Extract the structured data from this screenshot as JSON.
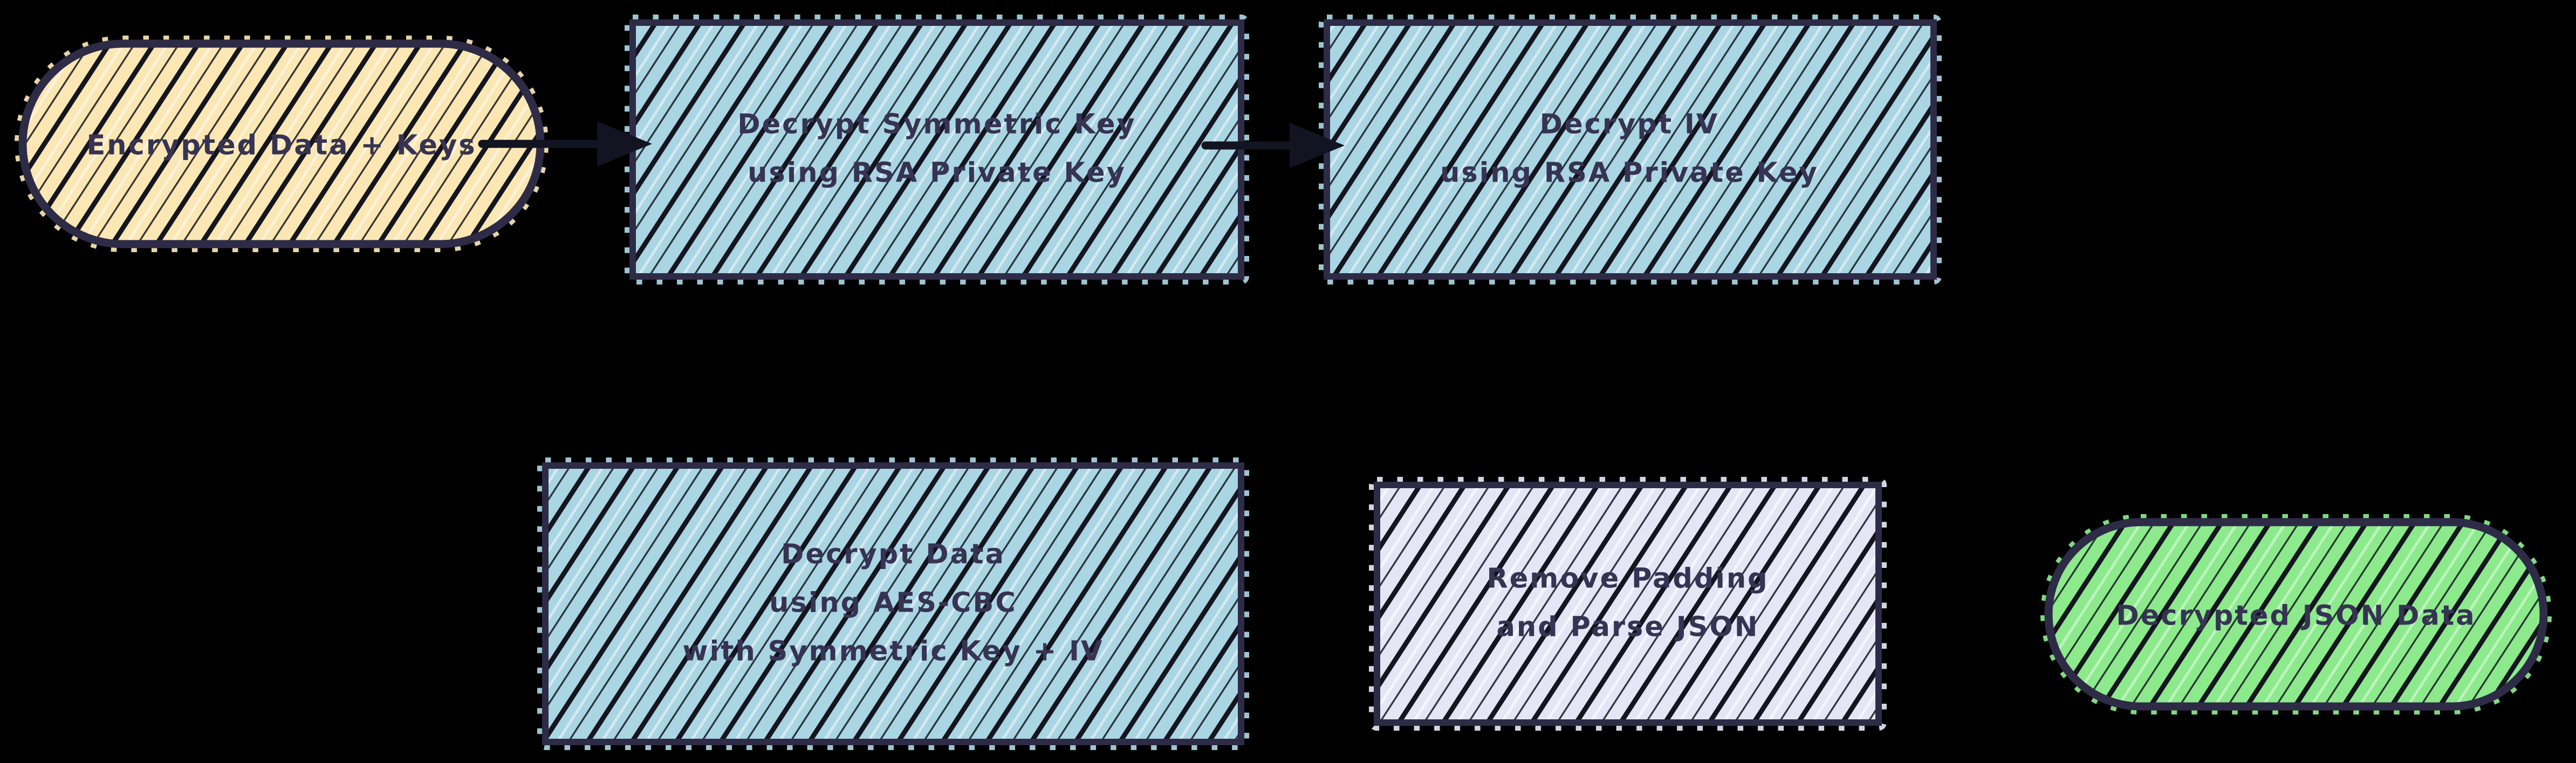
{
  "palette": {
    "background": "#000000",
    "ink": "#2e2b47",
    "text": "#363353",
    "edge": "#131421",
    "hatch": "#14151f",
    "cream": "#fbe7b4",
    "blue": "#aad5e3",
    "lavender": "#e6e5f6",
    "green": "#8cea8c"
  },
  "diagram": {
    "type": "flowchart",
    "style": "hand-drawn-hatched",
    "nodes": [
      {
        "id": "encrypted-data-keys",
        "shape": "stadium",
        "color": "cream",
        "lines": [
          "Encrypted Data + Keys"
        ]
      },
      {
        "id": "decrypt-symmetric-key",
        "shape": "rect",
        "color": "blue",
        "lines": [
          "Decrypt Symmetric Key",
          "using RSA Private Key"
        ]
      },
      {
        "id": "decrypt-iv",
        "shape": "rect",
        "color": "blue",
        "lines": [
          "Decrypt IV",
          "using RSA Private Key"
        ]
      },
      {
        "id": "decrypt-data",
        "shape": "rect",
        "color": "blue",
        "lines": [
          "Decrypt Data",
          "using AES-CBC",
          "with Symmetric Key + IV"
        ]
      },
      {
        "id": "remove-padding-parse-json",
        "shape": "rect",
        "color": "lavender",
        "lines": [
          "Remove Padding",
          "and Parse JSON"
        ]
      },
      {
        "id": "decrypted-json-data",
        "shape": "stadium",
        "color": "green",
        "lines": [
          "Decrypted JSON Data"
        ]
      }
    ],
    "edges": [
      {
        "from": "encrypted-data-keys",
        "to": "decrypt-symmetric-key",
        "arrow": "triangle"
      },
      {
        "from": "decrypt-symmetric-key",
        "to": "decrypt-iv",
        "arrow": "triangle"
      }
    ]
  }
}
